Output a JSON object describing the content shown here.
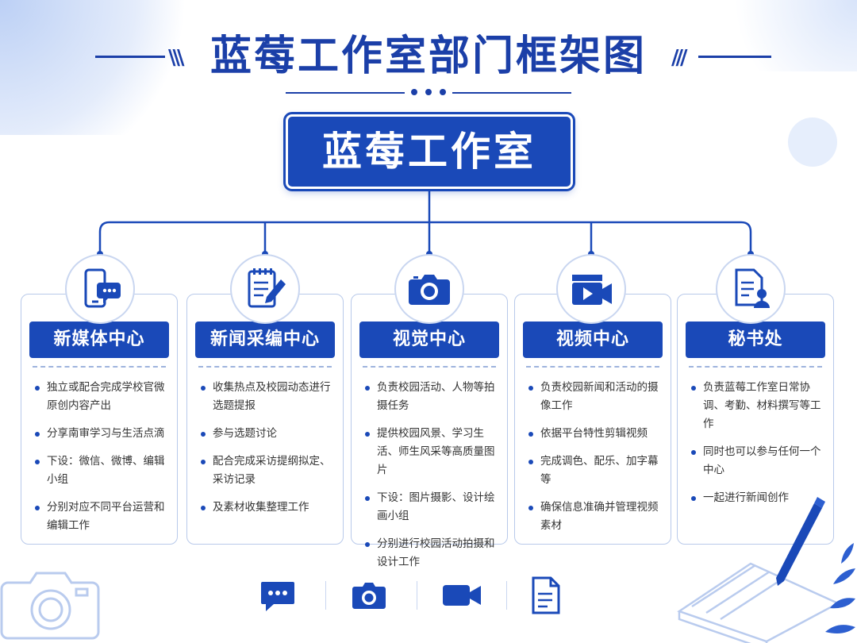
{
  "title": "蓝莓工作室部门框架图",
  "root": {
    "label": "蓝莓工作室"
  },
  "colors": {
    "primary": "#1a49b8",
    "title": "#1b3fa8",
    "border": "#b8c9ea"
  },
  "departments": [
    {
      "name": "新媒体中心",
      "icon": "smartphone-chat-icon",
      "items": [
        "独立或配合完成学校官微原创内容产出",
        "分享南审学习与生活点滴",
        "下设：微信、微博、编辑小组",
        "分别对应不同平台运营和编辑工作"
      ]
    },
    {
      "name": "新闻采编中心",
      "icon": "notepad-pencil-icon",
      "items": [
        "收集热点及校园动态进行选题提报",
        "参与选题讨论",
        "配合完成采访提纲拟定、采访记录",
        "及素材收集整理工作"
      ]
    },
    {
      "name": "视觉中心",
      "icon": "camera-icon",
      "items": [
        "负责校园活动、人物等拍摄任务",
        "提供校园风景、学习生活、师生风采等高质量图片",
        "下设：图片摄影、设计绘画小组",
        "分别进行校园活动拍摄和设计工作"
      ]
    },
    {
      "name": "视频中心",
      "icon": "video-clapper-icon",
      "items": [
        "负责校园新闻和活动的摄像工作",
        "依据平台特性剪辑视频",
        "完成调色、配乐、加字幕等",
        "确保信息准确并管理视频素材"
      ]
    },
    {
      "name": "秘书处",
      "icon": "document-user-icon",
      "items": [
        "负责蓝莓工作室日常协调、考勤、材料撰写等工作",
        "同时也可以参与任何一个中心",
        "一起进行新闻创作"
      ]
    }
  ],
  "bottom_icons": [
    "chat-bubble-icon",
    "camera-icon",
    "video-camera-icon",
    "document-icon"
  ]
}
